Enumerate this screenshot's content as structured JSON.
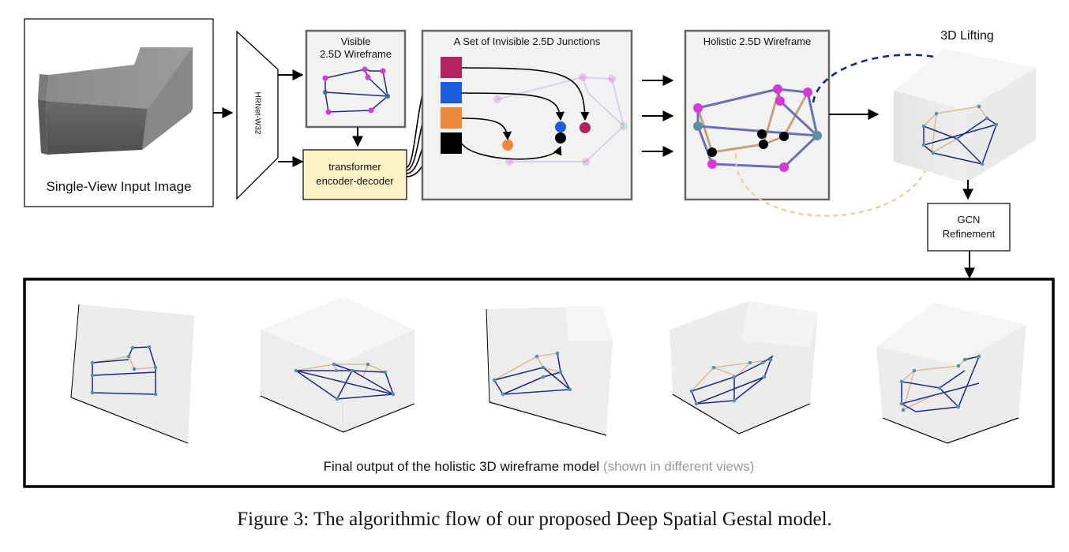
{
  "input_image": {
    "label": "Single-View Input Image"
  },
  "backbone": {
    "label": "HRNet-W32"
  },
  "visible_wireframe": {
    "title_line1": "Visible",
    "title_line2": "2.5D Wireframe"
  },
  "transformer": {
    "line1": "transformer",
    "line2": "encoder-decoder"
  },
  "invisible_junctions": {
    "title": "A Set of Invisible 2.5D Junctions"
  },
  "holistic_wireframe": {
    "title": "Holistic 2.5D Wireframe"
  },
  "lifting": {
    "title": "3D Lifting"
  },
  "gcn": {
    "line1": "GCN",
    "line2": "Refinement"
  },
  "final_output": {
    "caption_main": "Final output of the holistic 3D wireframe model",
    "caption_note": "(shown in different views)"
  },
  "figure_caption": "Figure 3: The algorithmic flow of our proposed Deep Spatial Gestal model.",
  "colors": {
    "visible_edge": "#1f2a8a",
    "hidden_edge": "#d9b48a",
    "magenta_junction": "#d63ad6",
    "query_crimson": "#b3245e",
    "query_blue": "#1e5bd8",
    "query_orange": "#ec8a3c",
    "query_black": "#000000",
    "panel_bg": "#f2f2f2",
    "transformer_bg": "#fdf2c5",
    "caption_note": "#9a9a9a"
  }
}
